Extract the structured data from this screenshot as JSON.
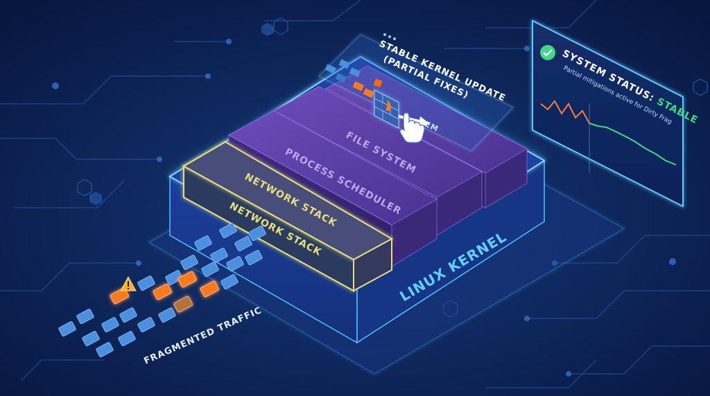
{
  "diagram": {
    "update_panel": {
      "title_line1": "STABLE KERNEL UPDATE",
      "title_line2": "(PARTIAL FIXES)",
      "partial_label": "EM"
    },
    "status_panel": {
      "title_prefix": "SYSTEM STATUS: ",
      "title_status": "STABLE",
      "subtitle": "Partial mitigations active for Dirty Frag",
      "status_color": "#3ddc84"
    },
    "layers": {
      "file_system": "FILE SYSTEM",
      "process_scheduler": "PROCESS SCHEDULER",
      "network_stack_top": "NETWORK STACK",
      "network_stack_front": "NETWORK STACK"
    },
    "kernel_label": "LINUX KERNEL",
    "traffic_label": "FRAGMENTED TRAFFIC",
    "icons": [
      "firewall-icon",
      "hand-cursor-icon",
      "checkmark-icon",
      "warning-icon"
    ],
    "colors": {
      "background": "#0b1f4d",
      "glow": "#3fb8ff",
      "network_stack": "#c8c873",
      "layers_purple": "#5a3e9e",
      "alert_orange": "#ff7a1a",
      "packet_blue": "#4a8fe0"
    }
  }
}
